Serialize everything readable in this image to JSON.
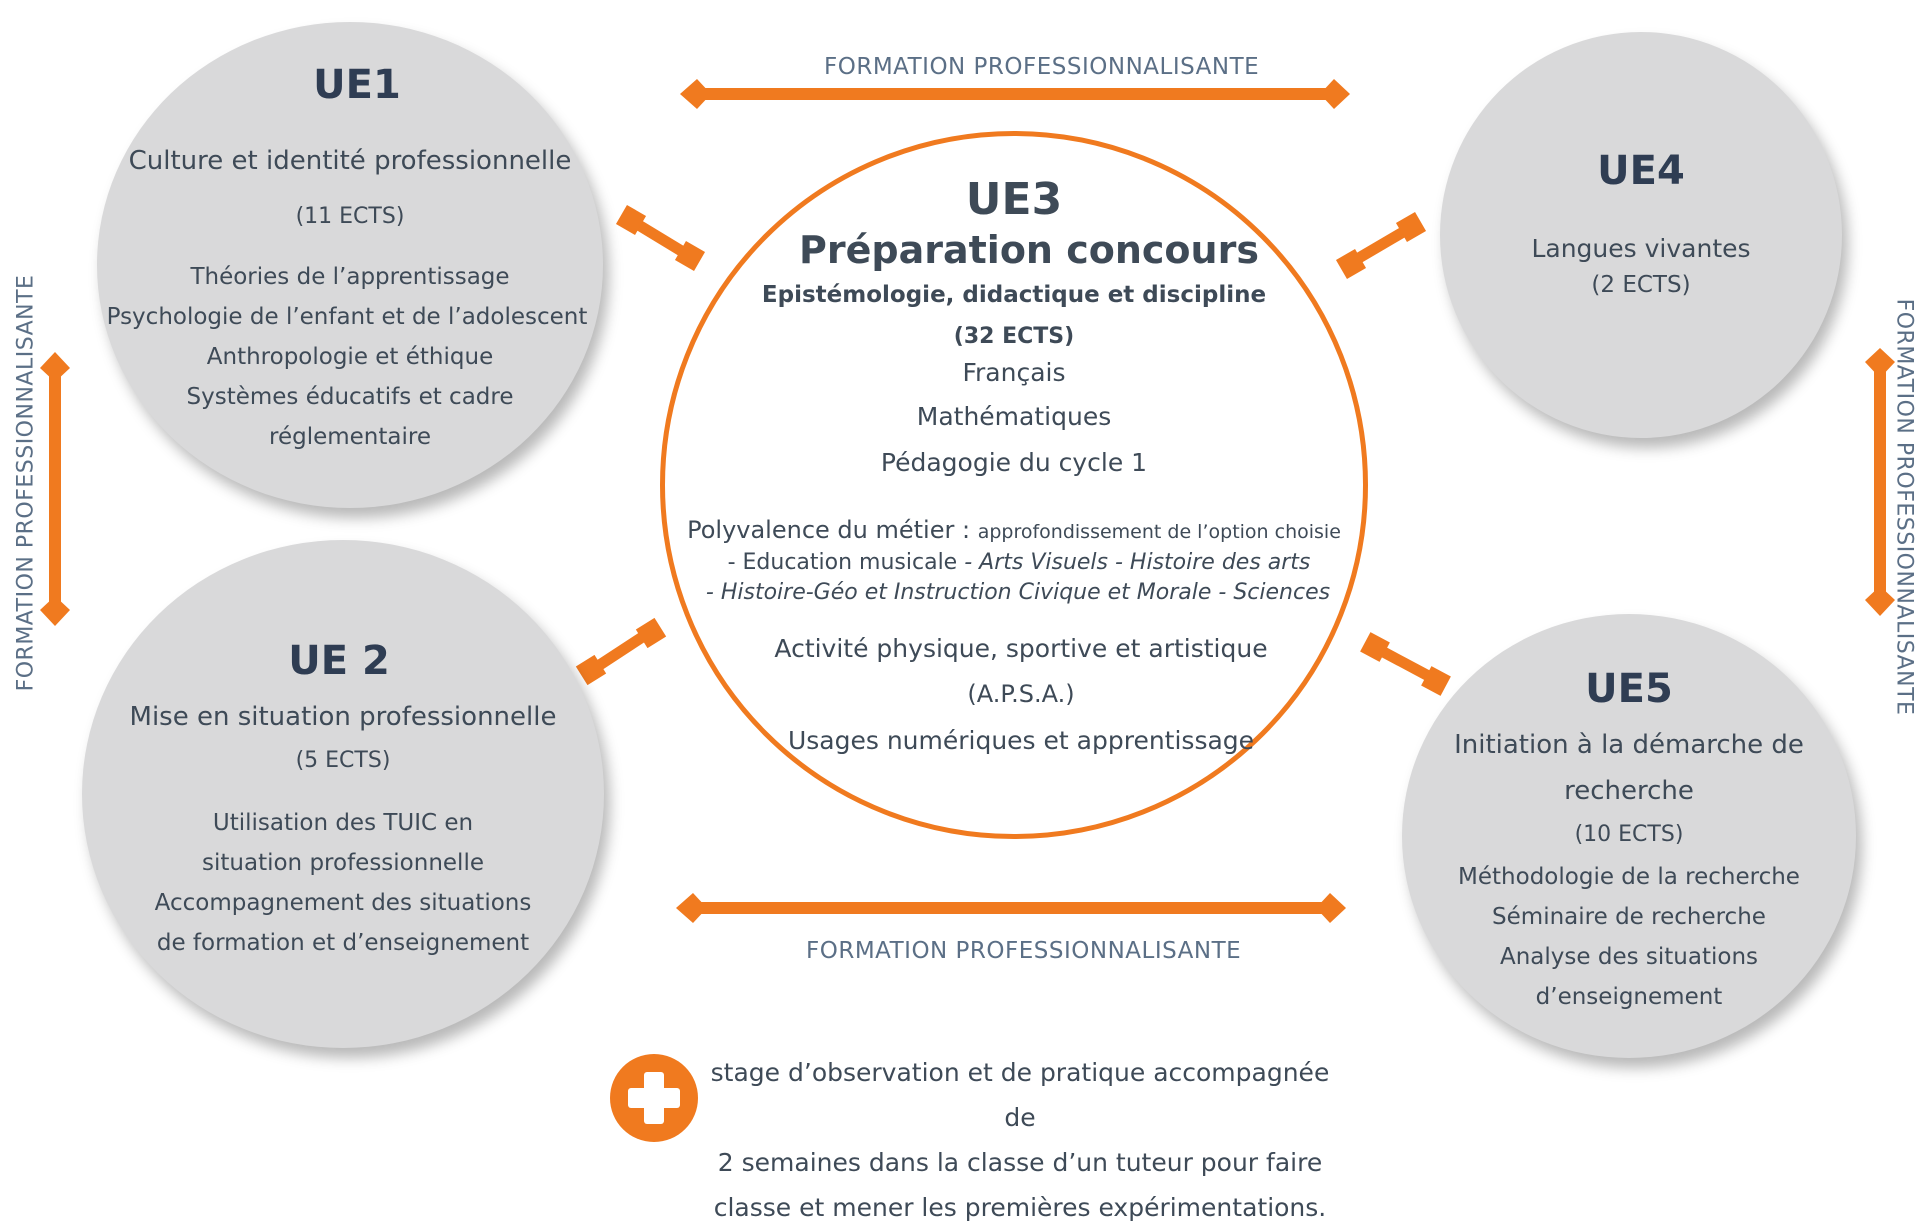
{
  "accent_color": "#f07a1f",
  "circle_color": "#d9d9da",
  "formation_label_top": "FORMATION PROFESSIONNALISANTE",
  "formation_label_bottom": "FORMATION PROFESSIONNALISANTE",
  "formation_label_left": "FORMATION PROFESSIONNALISANTE",
  "formation_label_right": "FORMATION PROFESSIONNALISANTE",
  "ue1": {
    "title": "UE1",
    "subtitle": "Culture et identité professionnelle",
    "ects": "(11 ECTS)",
    "items": [
      "Théories de l’apprentissage",
      "Psychologie de l’enfant et de l’adolescent",
      "Anthropologie et éthique",
      "Systèmes éducatifs et cadre",
      "réglementaire"
    ]
  },
  "ue2": {
    "title": "UE 2",
    "subtitle": "Mise en situation professionnelle",
    "ects": "(5 ECTS)",
    "items": [
      "Utilisation des TUIC en",
      "situation professionnelle",
      "Accompagnement des situations",
      "de formation et d’enseignement"
    ]
  },
  "ue3": {
    "title": "UE3",
    "subtitle": "Préparation concours",
    "subsubtitle": "Epistémologie, didactique et discipline",
    "ects": "(32 ECTS)",
    "items": [
      "Français",
      "Mathématiques",
      "Pédagogie du cycle 1"
    ],
    "polyvalence_label": "Polyvalence du métier :",
    "polyvalence_note": "approfondissement de l’option choisie",
    "option_line1_a": "- Education musicale",
    "option_line1_b": "- Arts Visuels - Histoire des arts",
    "option_line2": "- Histoire-Géo et Instruction Civique et Morale - Sciences",
    "items2": [
      "Activité physique, sportive et artistique",
      "(A.P.S.A.)",
      "Usages numériques et apprentissage"
    ]
  },
  "ue4": {
    "title": "UE4",
    "subtitle": "Langues vivantes",
    "ects": "(2 ECTS)"
  },
  "ue5": {
    "title": "UE5",
    "subtitle_line1": "Initiation à la démarche de",
    "subtitle_line2": "recherche",
    "ects": "(10 ECTS)",
    "items": [
      "Méthodologie de la recherche",
      "Séminaire de recherche",
      "Analyse des situations",
      "d’enseignement"
    ]
  },
  "plus_icon": "plus-circle-icon",
  "stage_text": [
    "stage d’observation et de pratique accompagnée de",
    "2 semaines dans la classe d’un tuteur pour faire",
    "classe et  mener les  premières expérimentations."
  ]
}
